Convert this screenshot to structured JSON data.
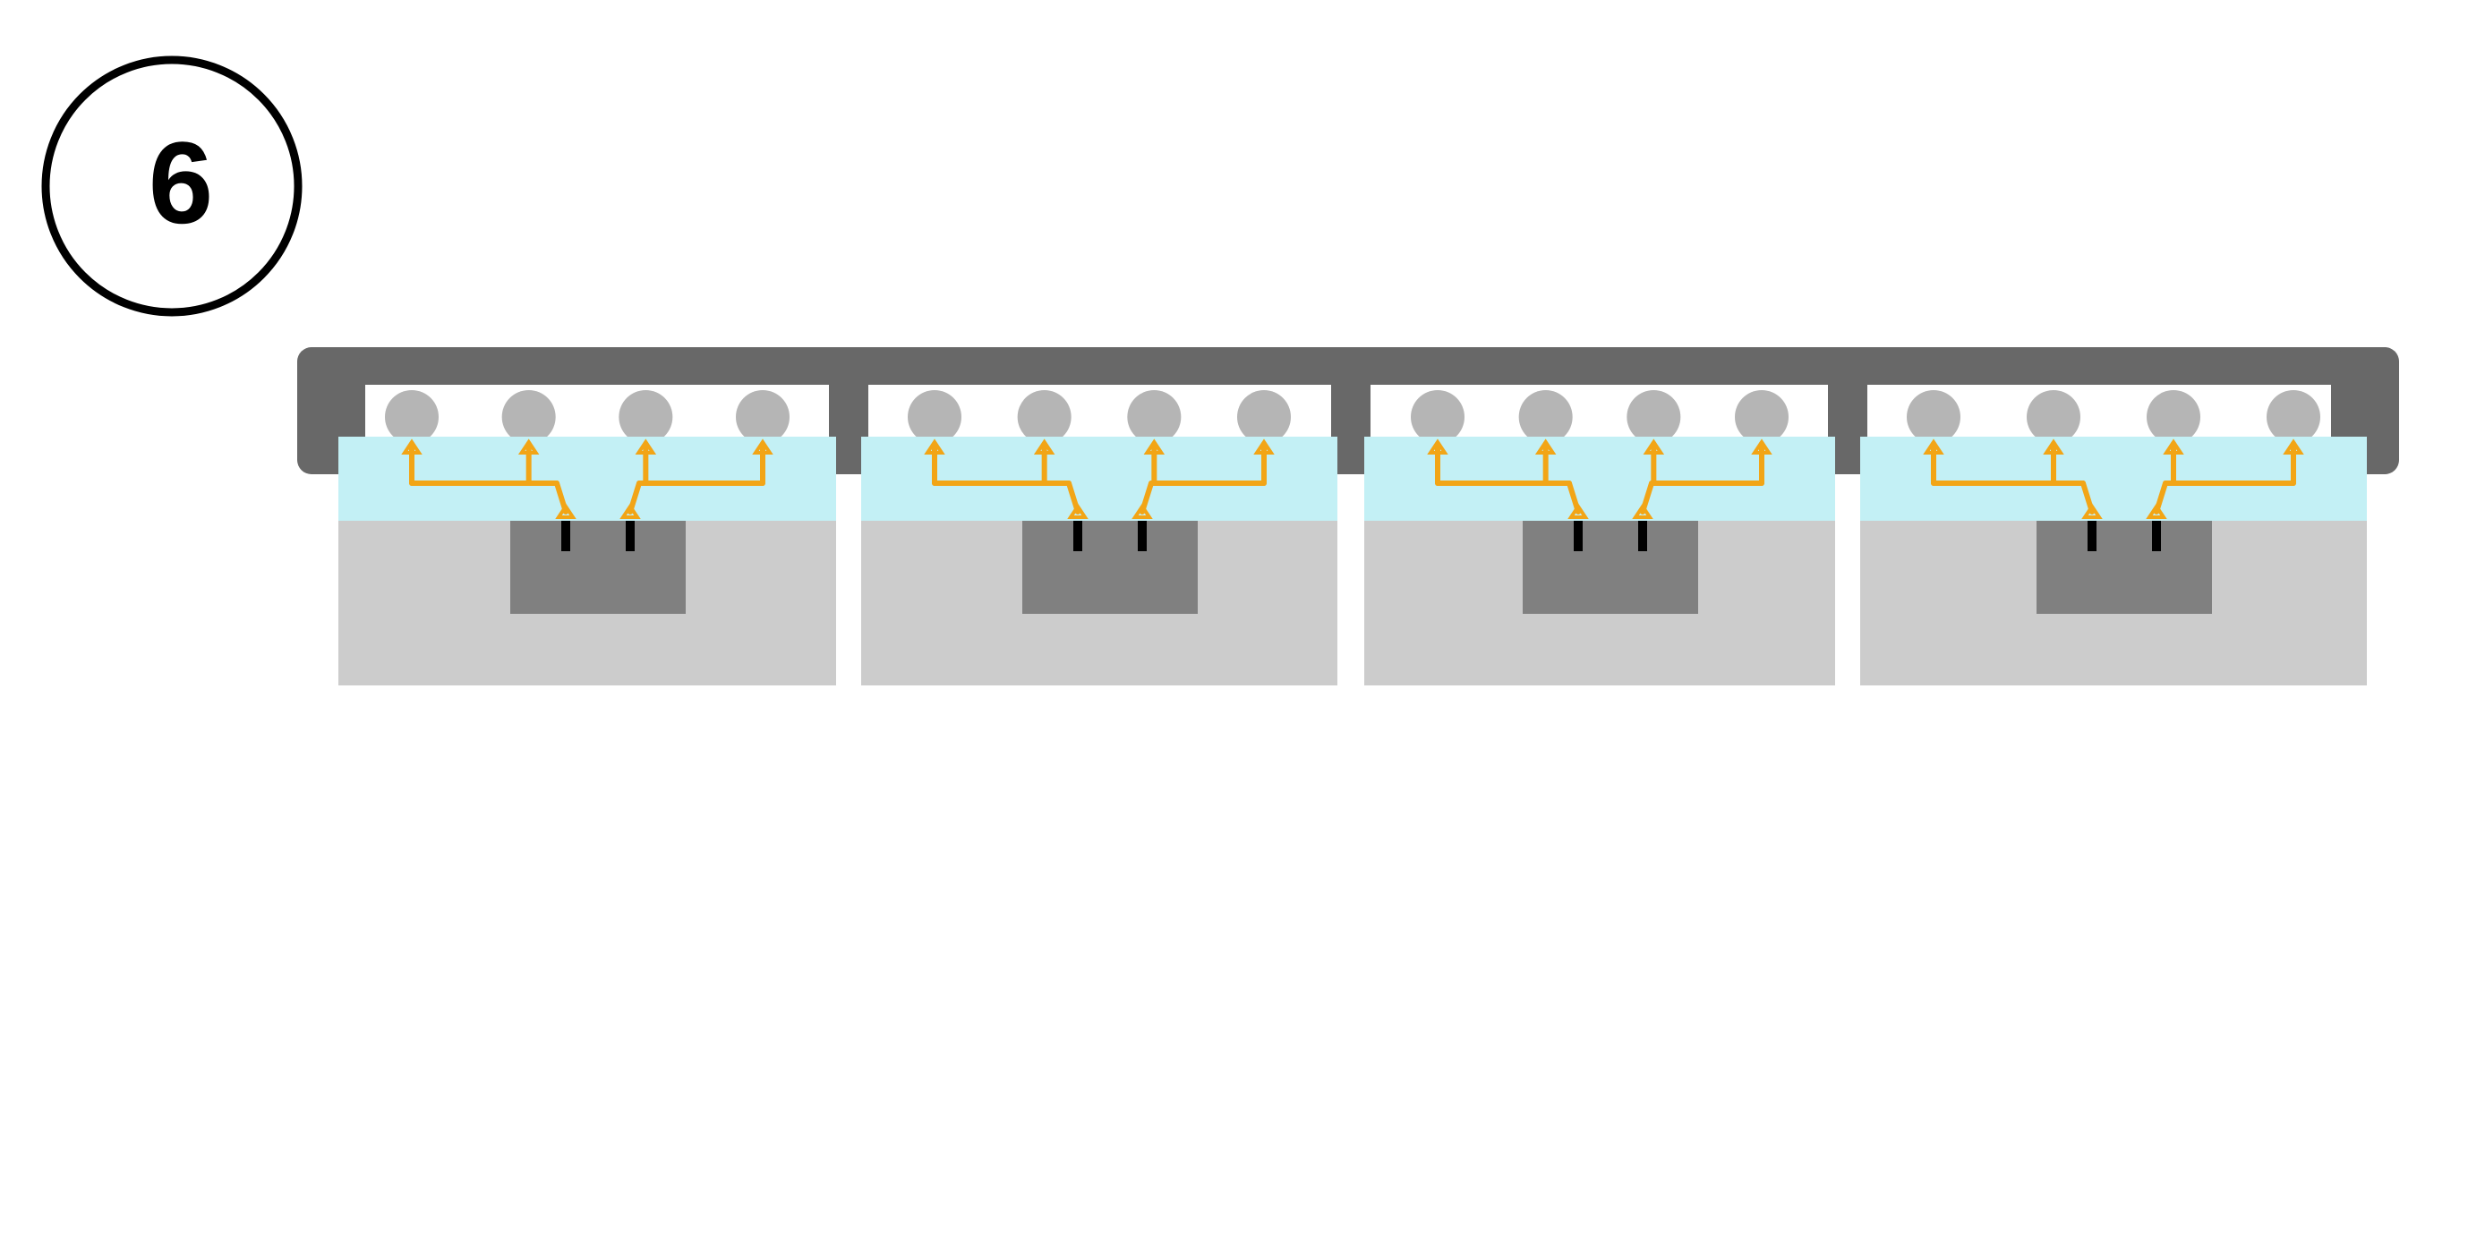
{
  "step": {
    "number": "6"
  },
  "assembly": {
    "module_count": 4,
    "contacts_per_module": 4,
    "pads_per_chip": 2
  },
  "colors": {
    "background": "#ffffff",
    "outline": "#000000",
    "carrier_frame": "#686868",
    "carrier_window": "#ffffff",
    "contact_bump": "#b5b5b5",
    "interposer_layer": "#c3f0f5",
    "trace": "#f2a516",
    "substrate": "#cccccc",
    "chip": "#808080",
    "chip_pad": "#000000"
  }
}
